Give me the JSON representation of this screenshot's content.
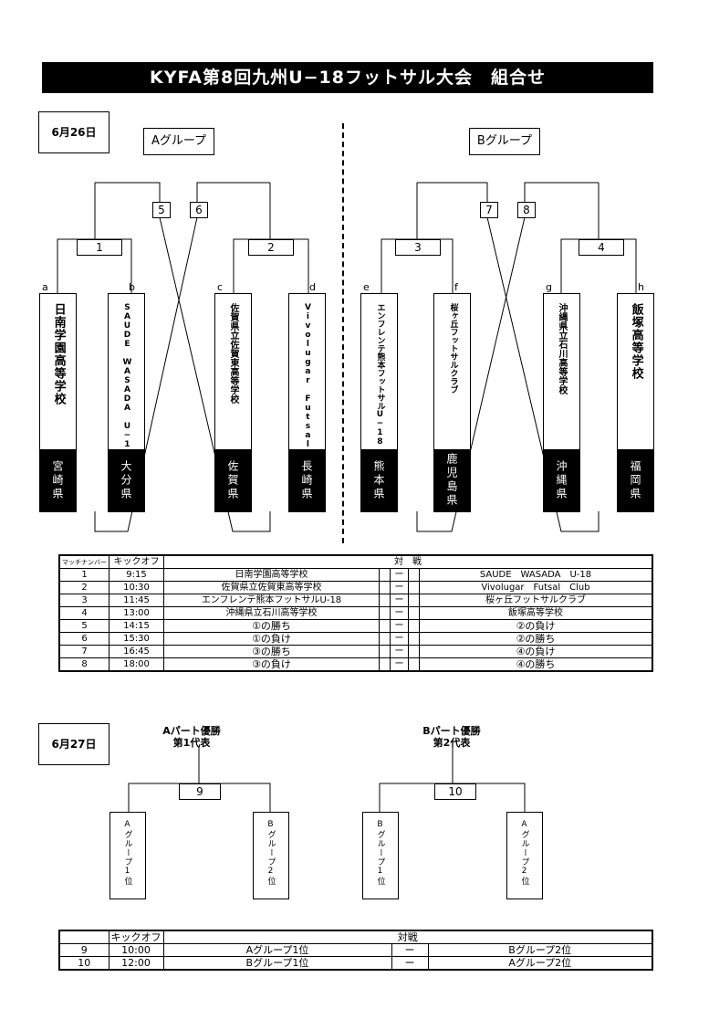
{
  "title": "KYFA第8回九州U−18フットサル大会　組合せ",
  "day1": {
    "date": "6月26日",
    "group_a": "Aグループ",
    "group_b": "Bグループ",
    "match_numbers": [
      "1",
      "2",
      "3",
      "4",
      "5",
      "6",
      "7",
      "8"
    ],
    "teams": [
      {
        "letter": "a",
        "name": "日南学園高等学校",
        "pref": "宮崎県"
      },
      {
        "letter": "b",
        "name": "SAUDE WASADA U−18",
        "pref": "大分県"
      },
      {
        "letter": "c",
        "name": "佐賀県立佐賀東高等学校",
        "pref": "佐賀県"
      },
      {
        "letter": "d",
        "name": "Vivolugar Futsal Club",
        "pref": "長崎県"
      },
      {
        "letter": "e",
        "name": "エンフレンテ熊本フットサルU−18",
        "pref": "熊本県"
      },
      {
        "letter": "f",
        "name": "桜ヶ丘フットサルクラブ",
        "pref": "鹿児島県"
      },
      {
        "letter": "g",
        "name": "沖縄県立石川高等学校",
        "pref": "沖縄県"
      },
      {
        "letter": "h",
        "name": "飯塚高等学校",
        "pref": "福岡県"
      }
    ]
  },
  "schedule1": {
    "headers": {
      "no": "マッチナンバー",
      "kickoff": "キックオフ",
      "vs": "対　戦"
    },
    "rows": [
      {
        "no": "1",
        "time": "9:15",
        "home": "日南学園高等学校",
        "sep": "ー",
        "away": "SAUDE　WASADA　U-18"
      },
      {
        "no": "2",
        "time": "10:30",
        "home": "佐賀県立佐賀東高等学校",
        "sep": "ー",
        "away": "Vivolugar　Futsal　Club"
      },
      {
        "no": "3",
        "time": "11:45",
        "home": "エンフレンテ熊本フットサルU-18",
        "sep": "ー",
        "away": "桜ヶ丘フットサルクラブ"
      },
      {
        "no": "4",
        "time": "13:00",
        "home": "沖縄県立石川高等学校",
        "sep": "ー",
        "away": "飯塚高等学校"
      },
      {
        "no": "5",
        "time": "14:15",
        "home": "①の勝ち",
        "sep": "ー",
        "away": "②の負け"
      },
      {
        "no": "6",
        "time": "15:30",
        "home": "①の負け",
        "sep": "ー",
        "away": "②の勝ち"
      },
      {
        "no": "7",
        "time": "16:45",
        "home": "③の勝ち",
        "sep": "ー",
        "away": "④の負け"
      },
      {
        "no": "8",
        "time": "18:00",
        "home": "③の負け",
        "sep": "ー",
        "away": "④の勝ち"
      }
    ]
  },
  "day2": {
    "date": "6月27日",
    "part_a": [
      "Aパート優勝",
      "第1代表"
    ],
    "part_b": [
      "Bパート優勝",
      "第2代表"
    ],
    "match_numbers": [
      "9",
      "10"
    ],
    "teams": [
      "Aグループ1位",
      "Bグループ2位",
      "Bグループ1位",
      "Aグループ2位"
    ]
  },
  "schedule2": {
    "headers": {
      "no": "",
      "kickoff": "キックオフ",
      "vs": "対戦"
    },
    "rows": [
      {
        "no": "9",
        "time": "10:00",
        "home": "Aグループ1位",
        "sep": "ー",
        "away": "Bグループ2位"
      },
      {
        "no": "10",
        "time": "12:00",
        "home": "Bグループ1位",
        "sep": "ー",
        "away": "Aグループ2位"
      }
    ]
  }
}
